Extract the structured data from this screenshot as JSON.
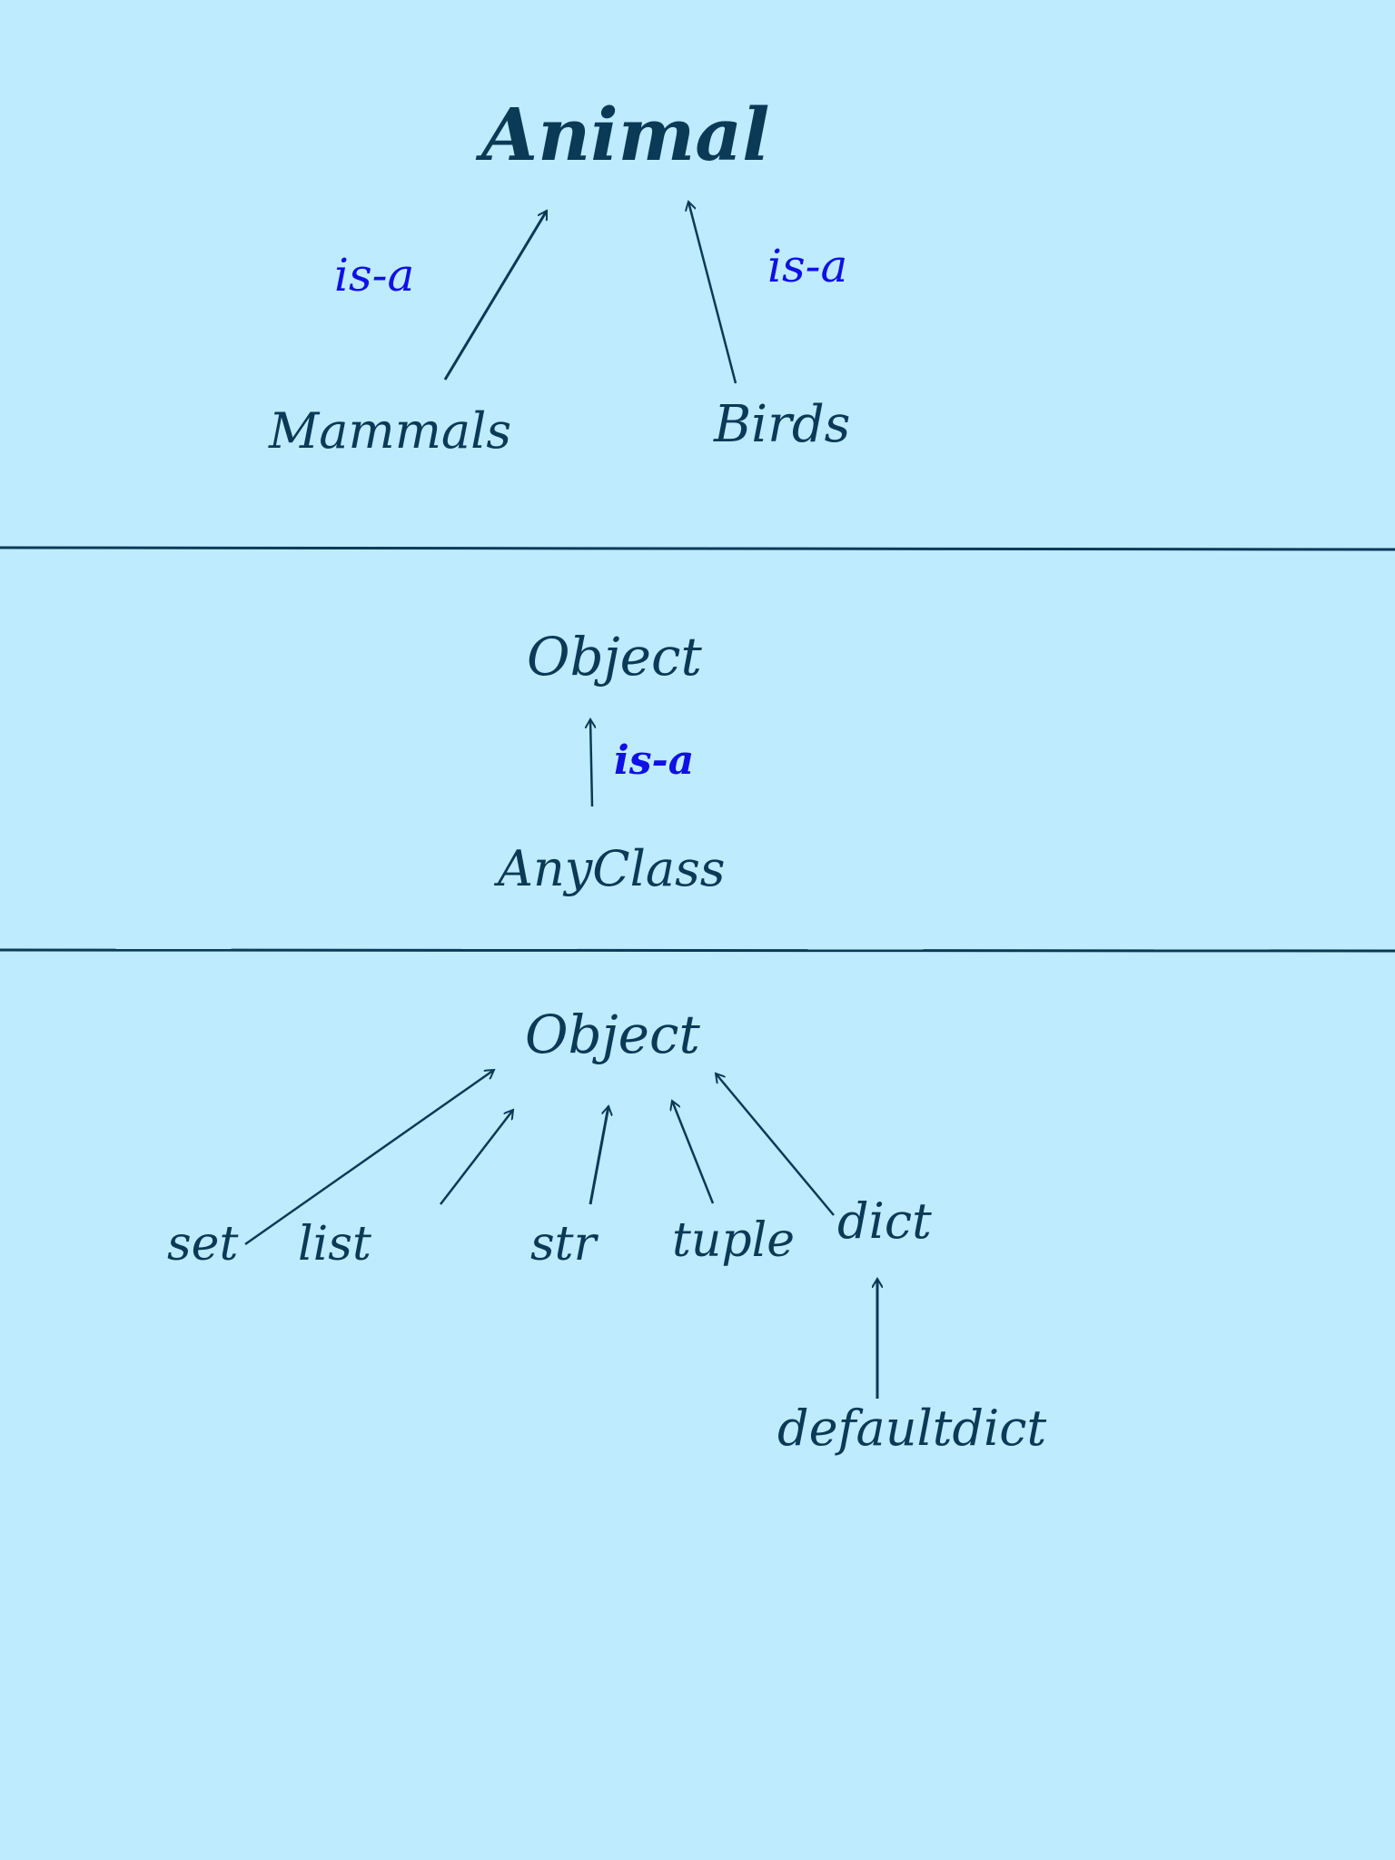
{
  "diagrams": {
    "animal": {
      "root": "Animal",
      "children": [
        "Mammals",
        "Birds"
      ],
      "edge_label": "is-a"
    },
    "object_class": {
      "root": "Object",
      "child": "AnyClass",
      "edge_label": "is-a"
    },
    "builtins": {
      "root": "Object",
      "children": [
        "set",
        "list",
        "str",
        "tuple",
        "dict"
      ],
      "dict_child": "defaultdict"
    }
  },
  "colors": {
    "background": "#beebfe",
    "ink": "#0b3a57",
    "label": "#1010e6"
  }
}
